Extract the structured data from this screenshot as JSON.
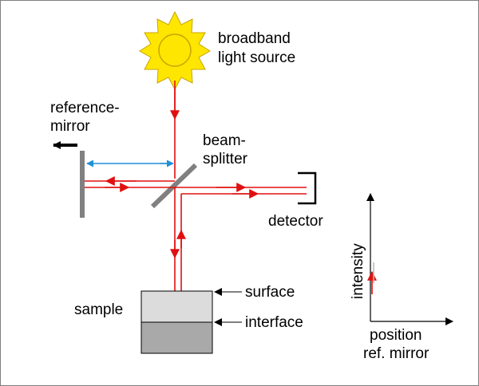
{
  "labels": {
    "light_source_line1": "broadband",
    "light_source_line2": "light source",
    "reference_line1": "reference-",
    "reference_line2": "mirror",
    "beamsplitter_line1": "beam-",
    "beamsplitter_line2": "splitter",
    "detector": "detector",
    "sample": "sample",
    "surface": "surface",
    "interface": "interface",
    "axis_y": "intensity",
    "axis_x_line1": "position",
    "axis_x_line2": "ref. mirror"
  },
  "colors": {
    "beam": "#e01010",
    "sun_fill": "#ffe600",
    "sun_stroke": "#c8a400",
    "scan_arrow": "#1e90d8",
    "mirror": "#808080",
    "sample_top": "#dcdcdc",
    "sample_bottom": "#a9a9a9"
  }
}
